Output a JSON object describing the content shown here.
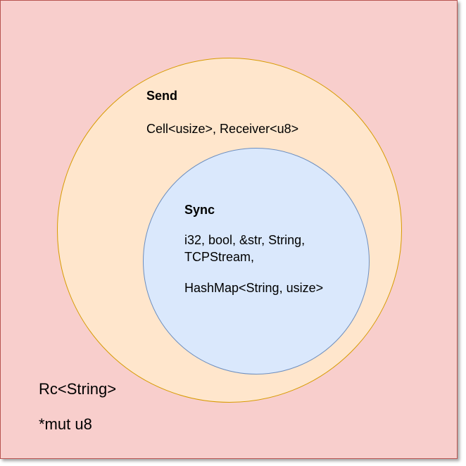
{
  "diagram": {
    "send": {
      "title": "Send",
      "types": "Cell<usize>, Receiver<u8>"
    },
    "sync": {
      "title": "Sync",
      "types_line_1": "i32, bool, &str, String,",
      "types_line_2": "TCPStream,",
      "types_line_3": "HashMap<String, usize>"
    },
    "neither": {
      "item_1": "Rc<String>",
      "item_2": "*mut u8"
    }
  },
  "colors": {
    "outer_fill": "#f8cecc",
    "outer_stroke": "#b85450",
    "send_fill": "#ffe6cc",
    "send_stroke": "#d79b00",
    "sync_fill": "#dae8fc",
    "sync_stroke": "#6c8ebf"
  }
}
